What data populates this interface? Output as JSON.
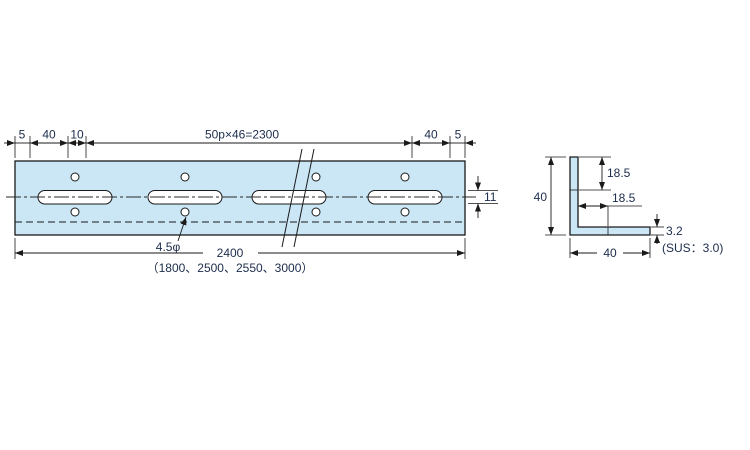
{
  "colors": {
    "part_fill": "#cbe6f5",
    "line": "#1a1a1a",
    "text": "#1c2c4c",
    "background": "#ffffff"
  },
  "plan_view": {
    "dim_end_margin_left": "5",
    "dim_end_pitch_left": "40",
    "dim_offset": "10",
    "dim_pitch_run": "50p×46=2300",
    "dim_end_pitch_right": "40",
    "dim_end_margin_right": "5",
    "dim_slot_width": "11",
    "label_hole_diameter": "4.5φ",
    "dim_overall_length": "2400",
    "label_length_options": "（1800、2500、2550、3000）"
  },
  "section_view": {
    "dim_leg_height": "40",
    "dim_hole_offset_top": "18.5",
    "dim_hole_offset_side": "18.5",
    "dim_thickness": "3.2",
    "label_material_note": "(SUS：3.0)",
    "dim_leg_width": "40"
  }
}
